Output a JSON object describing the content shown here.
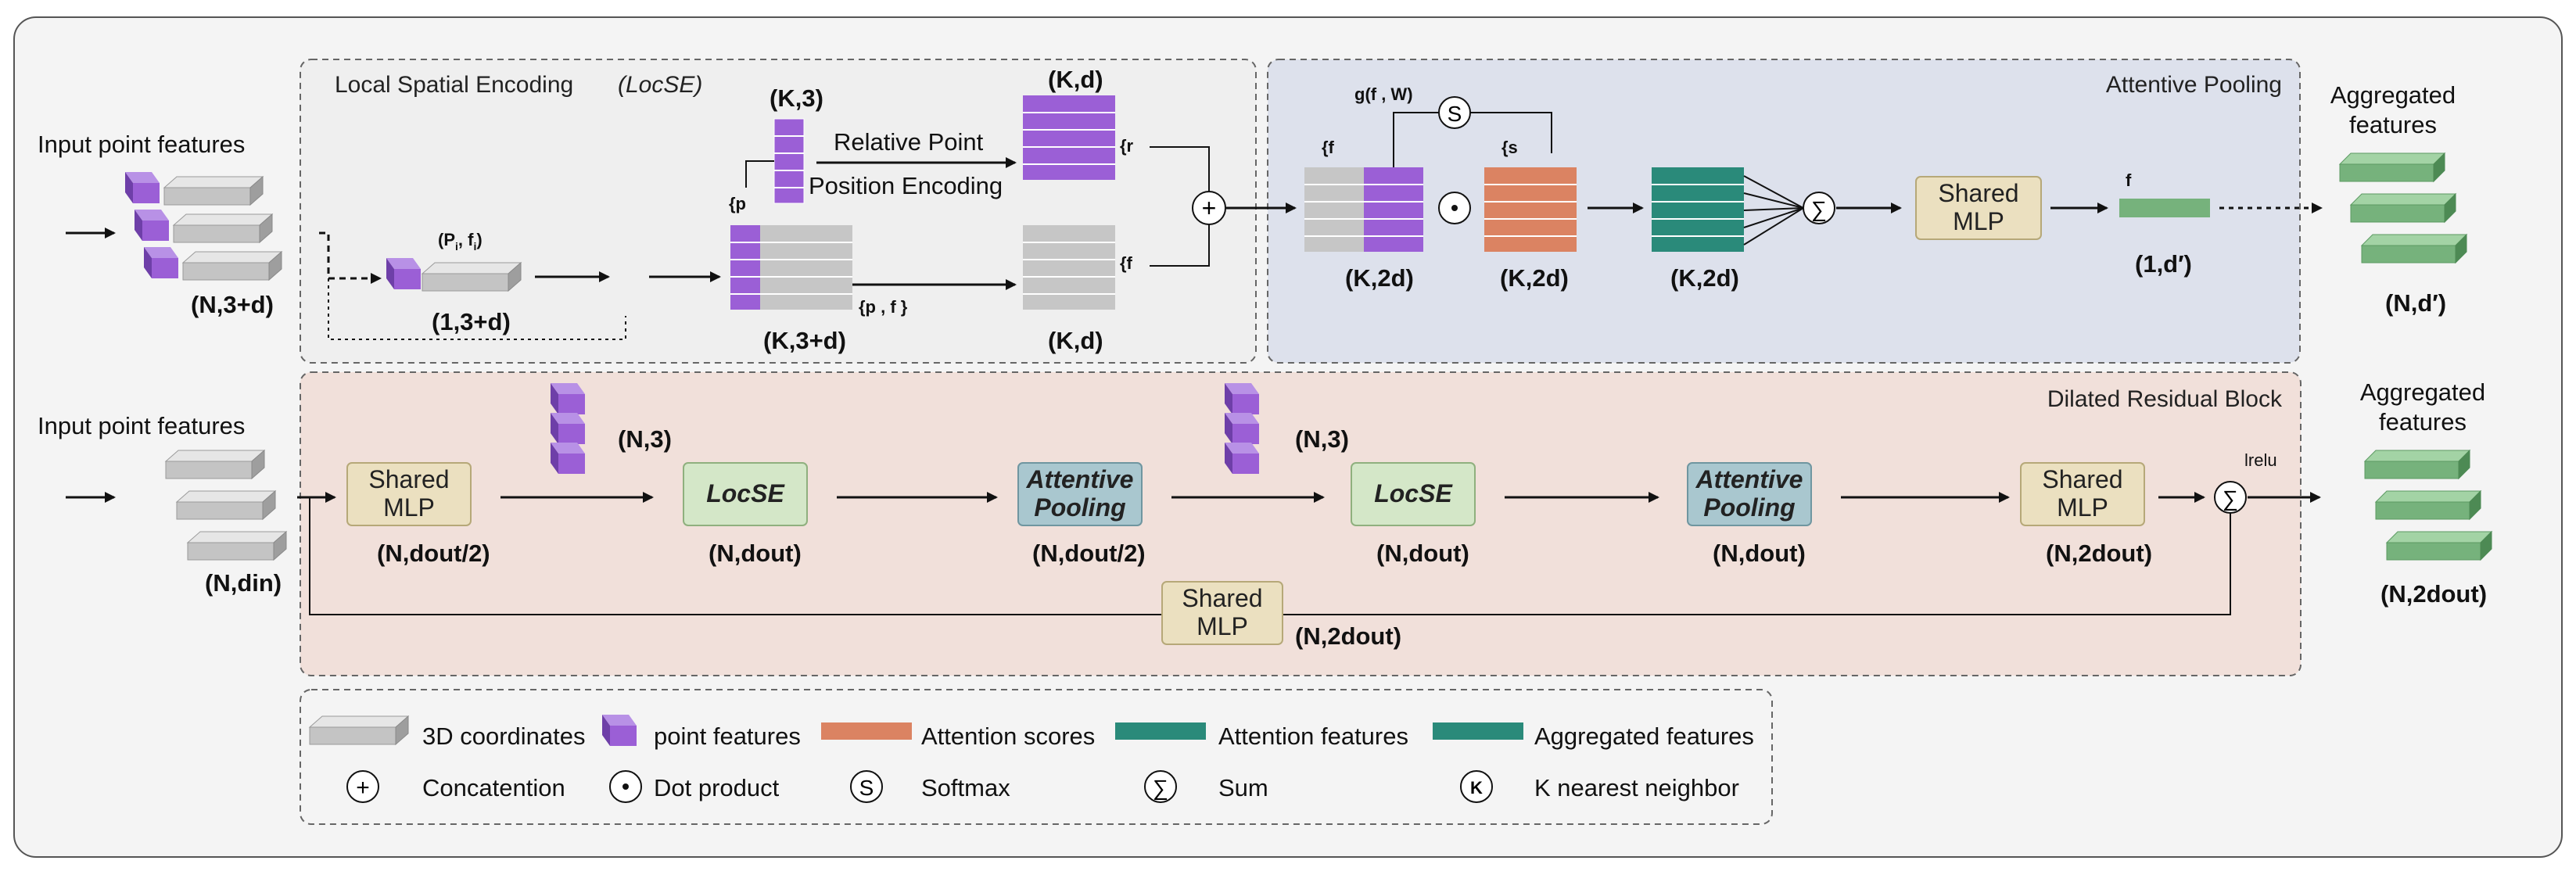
{
  "colors": {
    "gray": "#c9c9c9",
    "purple": "#9b5fd6",
    "orange": "#db8362",
    "teal": "#2a8a7a",
    "green": "#76b27c",
    "shared_mlp": "#ebe0c0",
    "locse": "#d4e7c8",
    "attentive": "#a9c7cf",
    "locse_panel": "#efefef",
    "attentive_panel": "#dde1ec",
    "residual_panel": "#f1e0da"
  },
  "top": {
    "input_label": "Input point features",
    "input_dim": "(N,3+d)",
    "locse_title": "Local Spatial Encoding",
    "locse_title_abbr": "(LocSE)",
    "pf_label": "(P",
    "pf_sub_i": "i",
    "pf_comma_f": ", f",
    "pf_close": ")",
    "dim_1_3d": "(1,3+d)",
    "dim_k3": "(K,3)",
    "pk_label": "{p",
    "rel_point": "Relative Point",
    "pos_enc": "Position Encoding",
    "dim_kd_top": "(K,d)",
    "rk_label": "{r",
    "fk_label": "{f",
    "pkfk_label": "{p , f }",
    "dim_k3d": "(K,3+d)",
    "dim_kd_bottom": "(K,d)",
    "attentive_title": "Attentive Pooling",
    "g_label": "g(f , W)",
    "s_label": "{s",
    "dim_k2d_1": "(K,2d)",
    "dim_k2d_2": "(K,2d)",
    "dim_k2d_3": "(K,2d)",
    "shared_mlp": [
      "Shared",
      "MLP"
    ],
    "fi_label": "f",
    "dim_1dp": "(1,d′)",
    "agg_label": [
      "Aggregated",
      "features"
    ],
    "agg_dim": "(N,d′)"
  },
  "bottom": {
    "input_label": "Input point features",
    "input_dim": "(N,din)",
    "panel_title": "Dilated Residual Block",
    "shared_mlp_1": [
      "Shared",
      "MLP"
    ],
    "dim_1": "(N,dout/2)",
    "n3_1": "(N,3)",
    "locse_1": "LocSE",
    "dim_2": "(N,dout)",
    "attentive_1": [
      "Attentive",
      "Pooling"
    ],
    "dim_3": "(N,dout/2)",
    "n3_2": "(N,3)",
    "locse_2": "LocSE",
    "dim_4": "(N,dout)",
    "attentive_2": [
      "Attentive",
      "Pooling"
    ],
    "dim_5": "(N,dout)",
    "shared_mlp_2": [
      "Shared",
      "MLP"
    ],
    "dim_6": "(N,2dout)",
    "skip_mlp": [
      "Shared",
      "MLP"
    ],
    "skip_dim": "(N,2dout)",
    "lrelu": "lrelu",
    "agg_label": [
      "Aggregated",
      "features"
    ],
    "agg_dim": "(N,2dout)"
  },
  "legend": {
    "coords": "3D coordinates",
    "point_features": "point features",
    "attention_scores": "Attention scores",
    "attention_features": "Attention features",
    "aggregated_features": "Aggregated features",
    "concat": "Concatention",
    "dot": "Dot product",
    "softmax": "Softmax",
    "sum": "Sum",
    "knn": "K nearest neighbor"
  },
  "icons": {
    "plus": "+",
    "dot": "·",
    "softmax": "S",
    "sum": "∑",
    "knn": "K"
  }
}
